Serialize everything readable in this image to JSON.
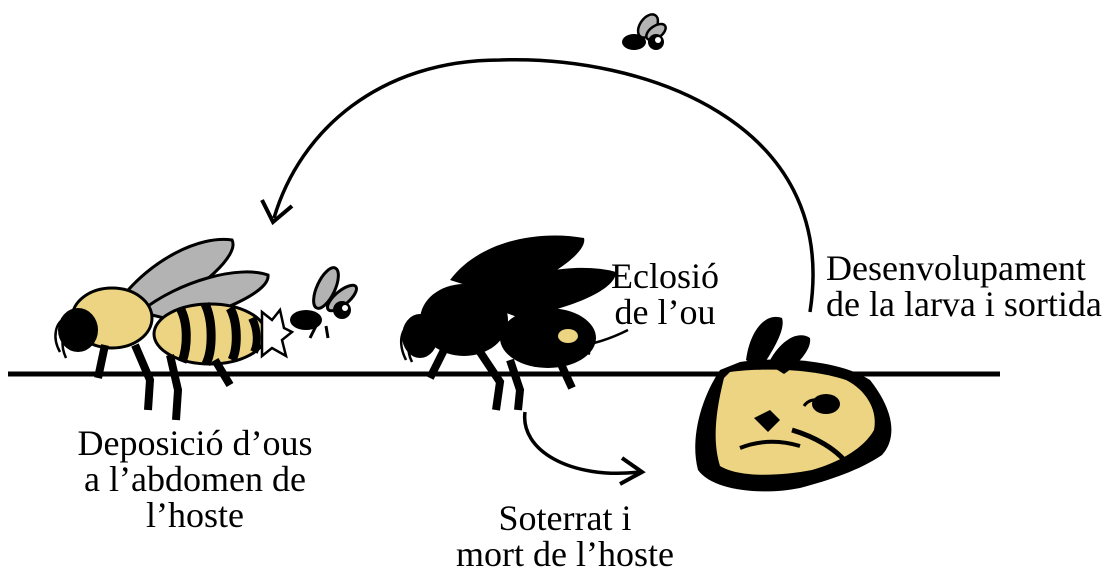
{
  "labels": {
    "eclosion": [
      "Eclosió",
      "de l’ou"
    ],
    "development": [
      "Desenvolupament",
      "de la larva i sortida"
    ],
    "oviposition": [
      "Deposició d’ous",
      "a l’abdomen de",
      "l’hoste"
    ],
    "burial": [
      "Soterrat i",
      "mort de l’hoste"
    ]
  },
  "colors": {
    "ink": "#000000",
    "body_yellow": "#ecd482",
    "wing_gray": "#b3b3b3",
    "background": "#ffffff"
  },
  "icons": {
    "host_bee": "honeybee-icon",
    "parasitoid_fly": "phorid-fly-icon",
    "infected_bee": "infected-bee-silhouette-icon",
    "buried_bee": "buried-bee-icon",
    "emerging_fly": "emerging-fly-icon"
  }
}
